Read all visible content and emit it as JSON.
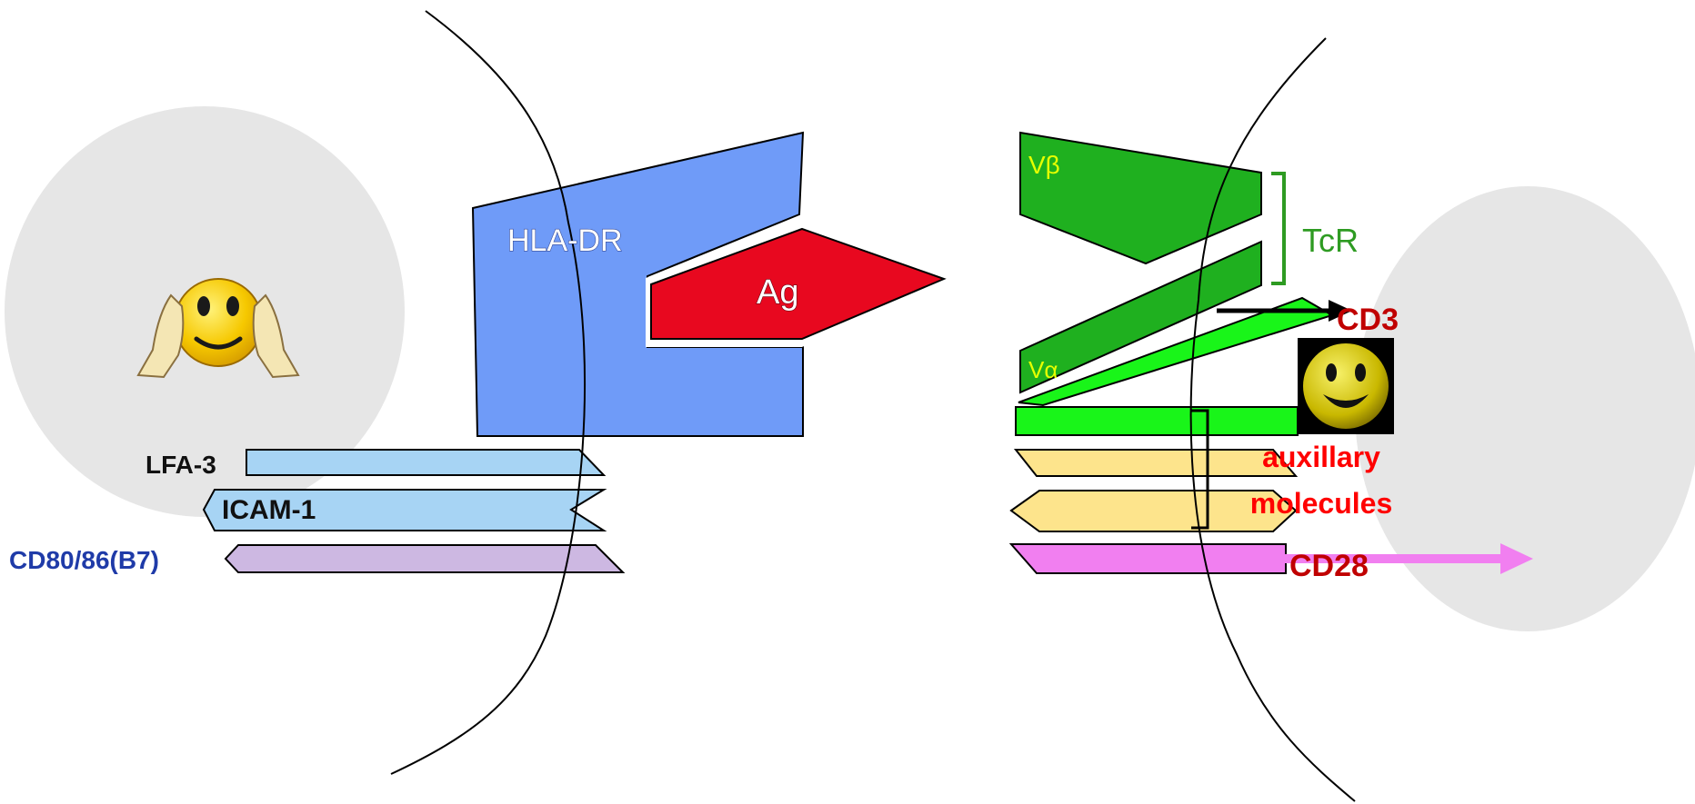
{
  "molecules": {
    "hla_dr": "HLA-DR",
    "antigen": "Ag",
    "v_beta": "Vβ",
    "v_alpha": "Vα",
    "tcr": "TcR",
    "cd3": "CD3",
    "lfa3": "LFA-3",
    "icam1": "ICAM-1",
    "cd80_86": "CD80/86(B7)",
    "aux_line1": "auxillary",
    "aux_line2": "molecules",
    "cd28": "CD28"
  },
  "colors": {
    "hla_blue": "#6f9bf8",
    "antigen_red": "#e8081f",
    "tcr_green": "#1fb01f",
    "cd3_green": "#19f519",
    "light_blue": "#a7d4f4",
    "lavender": "#cdb8e2",
    "pale_yellow": "#fde48c",
    "pink": "#f17ff0",
    "cell_gray": "#e6e6e6",
    "label_navy": "#1f3ba8",
    "label_red": "#ff0000",
    "label_darkred": "#c00000",
    "tcr_label": "#2e9b22",
    "greek_label": "#e6ff00"
  },
  "icons": {
    "apc_face": "smiley-hands-face-icon",
    "tcell_face": "smiley-face-icon"
  }
}
